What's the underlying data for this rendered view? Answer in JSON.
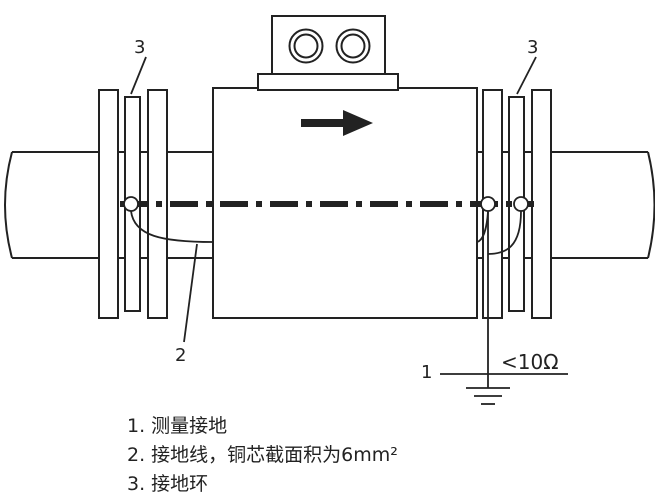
{
  "callouts": {
    "ring_left": "3",
    "ring_right": "3",
    "wire": "2",
    "ground": "1",
    "resistance": "<10Ω"
  },
  "legend": {
    "item_1": "1. 测量接地",
    "item_2": "2. 接地线，铜芯截面积为6mm²",
    "item_3": "3. 接地环"
  },
  "colors": {
    "line": "#222222",
    "background": "#ffffff"
  }
}
